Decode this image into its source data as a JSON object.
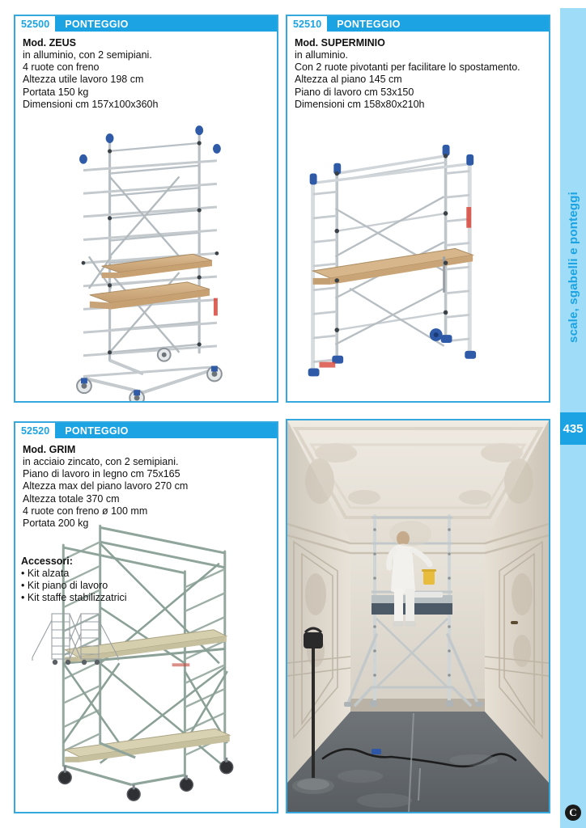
{
  "panels": [
    {
      "code": "52500",
      "category": "PONTEGGIO",
      "model": "Mod. ZEUS",
      "specs": [
        "in alluminio, con 2 semipiani.",
        "4 ruote con freno",
        "Altezza utile lavoro 198 cm",
        "Portata 150 kg",
        "Dimensioni cm 157x100x360h"
      ],
      "image_name": "aluminium-scaffold-tower-zeus"
    },
    {
      "code": "52510",
      "category": "PONTEGGIO",
      "model": "Mod. SUPERMINIO",
      "specs": [
        "in alluminio.",
        "Con 2 ruote pivotanti per facilitare lo spostamento.",
        "Altezza al piano 145 cm",
        "Piano di lavoro cm 53x150",
        "Dimensioni cm 158x80x210h"
      ],
      "image_name": "aluminium-scaffold-superminio"
    },
    {
      "code": "52520",
      "category": "PONTEGGIO",
      "model": "Mod. GRIM",
      "specs": [
        "in acciaio zincato, con 2 semipiani.",
        "Piano di lavoro in legno cm 75x165",
        "Altezza max del piano lavoro 270 cm",
        "Altezza totale 370 cm",
        "4 ruote con freno ø 100 mm",
        "Portata 200 kg"
      ],
      "accessories_title": "Accessori:",
      "accessories": [
        "• Kit alzata",
        "• Kit piano di lavoro",
        "• Kit staffe stabilizzatrici"
      ],
      "image_name": "galvanised-steel-scaffold-grim",
      "accessory_image_name": "scaffold-with-stabiliser-outriggers-drawing"
    }
  ],
  "photo": {
    "name": "scaffold-in-use-interior-photo",
    "caption_alt": "Operaio su ponteggio in un interno decorato"
  },
  "sidebar": {
    "section_label": "scale, sgabelli e ponteggi",
    "page_number": "435",
    "logo_glyph": "C"
  },
  "colors": {
    "accent": "#1ba3e3",
    "sidebar_bg": "#9fdcf8",
    "border": "#35a8e0",
    "text": "#111111"
  }
}
